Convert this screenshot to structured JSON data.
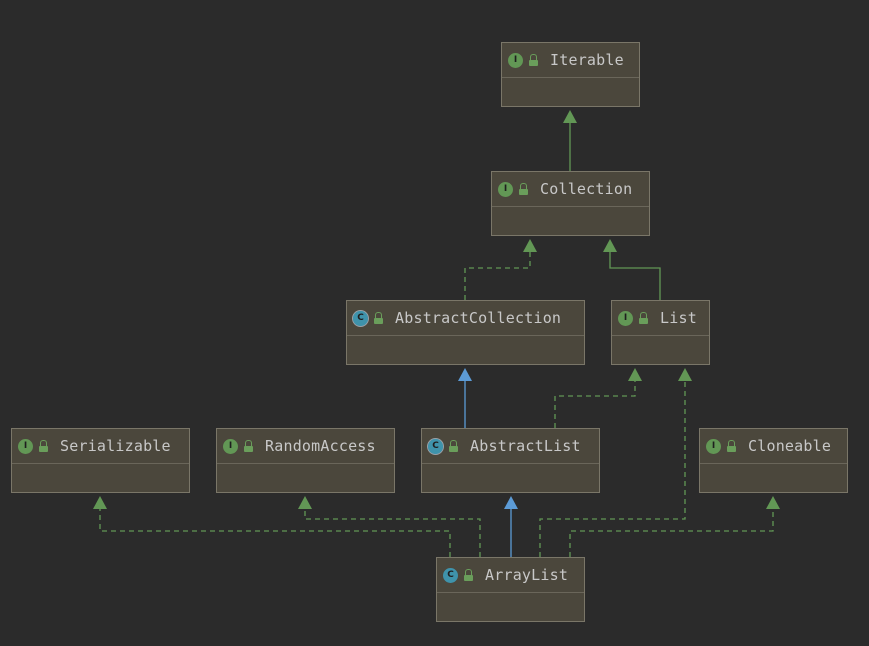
{
  "colors": {
    "background": "#2b2b2b",
    "node_fill": "#4b473c",
    "interface_badge": "#629755",
    "class_badge": "#3f93ab",
    "implements_edge": "#629755",
    "extends_edge": "#5c9bd6"
  },
  "nodes": {
    "iterable": {
      "kind": "interface",
      "badge": "I",
      "label": "Iterable"
    },
    "collection": {
      "kind": "interface",
      "badge": "I",
      "label": "Collection"
    },
    "abstract_collection": {
      "kind": "abstract-class",
      "badge": "C",
      "label": "AbstractCollection"
    },
    "list": {
      "kind": "interface",
      "badge": "I",
      "label": "List"
    },
    "serializable": {
      "kind": "interface",
      "badge": "I",
      "label": "Serializable"
    },
    "random_access": {
      "kind": "interface",
      "badge": "I",
      "label": "RandomAccess"
    },
    "abstract_list": {
      "kind": "abstract-class",
      "badge": "C",
      "label": "AbstractList"
    },
    "cloneable": {
      "kind": "interface",
      "badge": "I",
      "label": "Cloneable"
    },
    "array_list": {
      "kind": "class",
      "badge": "C",
      "label": "ArrayList"
    }
  },
  "edges": [
    {
      "from": "Collection",
      "to": "Iterable",
      "type": "extends-interface"
    },
    {
      "from": "AbstractCollection",
      "to": "Collection",
      "type": "implements"
    },
    {
      "from": "List",
      "to": "Collection",
      "type": "extends-interface"
    },
    {
      "from": "AbstractList",
      "to": "AbstractCollection",
      "type": "extends"
    },
    {
      "from": "AbstractList",
      "to": "List",
      "type": "implements"
    },
    {
      "from": "ArrayList",
      "to": "AbstractList",
      "type": "extends"
    },
    {
      "from": "ArrayList",
      "to": "List",
      "type": "implements"
    },
    {
      "from": "ArrayList",
      "to": "Serializable",
      "type": "implements"
    },
    {
      "from": "ArrayList",
      "to": "RandomAccess",
      "type": "implements"
    },
    {
      "from": "ArrayList",
      "to": "Cloneable",
      "type": "implements"
    }
  ]
}
